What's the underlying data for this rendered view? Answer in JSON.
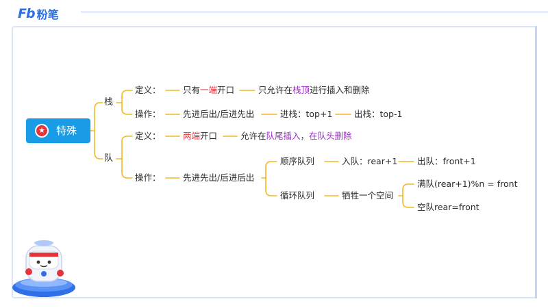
{
  "brand": {
    "mark": "Fb",
    "name": "粉笔"
  },
  "diagram": {
    "root": {
      "label": "特殊",
      "icon": "star-badge-icon"
    },
    "stack": {
      "label": "栈",
      "definition": {
        "label": "定义：",
        "v1_pre": "只有",
        "v1_hl": "一端",
        "v1_post": "开口",
        "v2_pre": "只允许在",
        "v2_hl": "栈顶",
        "v2_post": "进行插入和删除"
      },
      "operation": {
        "label": "操作：",
        "v1": "先进后出/后进先出",
        "v2": "进栈：top+1",
        "v3": "出栈：top-1"
      }
    },
    "queue": {
      "label": "队",
      "definition": {
        "label": "定义：",
        "v1_hl": "两端",
        "v1_post": "开口",
        "v2_pre": "允许在",
        "v2_hl1": "队尾插入",
        "v2_mid": "，",
        "v2_hl2": "在队头删除"
      },
      "operation": {
        "label": "操作：",
        "v1": "先进先出/后进后出",
        "sequential": {
          "label": "顺序队列",
          "enqueue": "入队：rear+1",
          "dequeue": "出队：front+1"
        },
        "circular": {
          "label": "循环队列",
          "sacrifice": "牺牲一个空间",
          "full": "满队(rear+1)%n = front",
          "empty": "空队rear=front"
        }
      }
    }
  },
  "colors": {
    "line": "#f5b820",
    "root_bg": "#1a9be6",
    "highlight_red": "#e5333a",
    "highlight_purple": "#9b2fc4",
    "frame": "#dbe4f7"
  }
}
